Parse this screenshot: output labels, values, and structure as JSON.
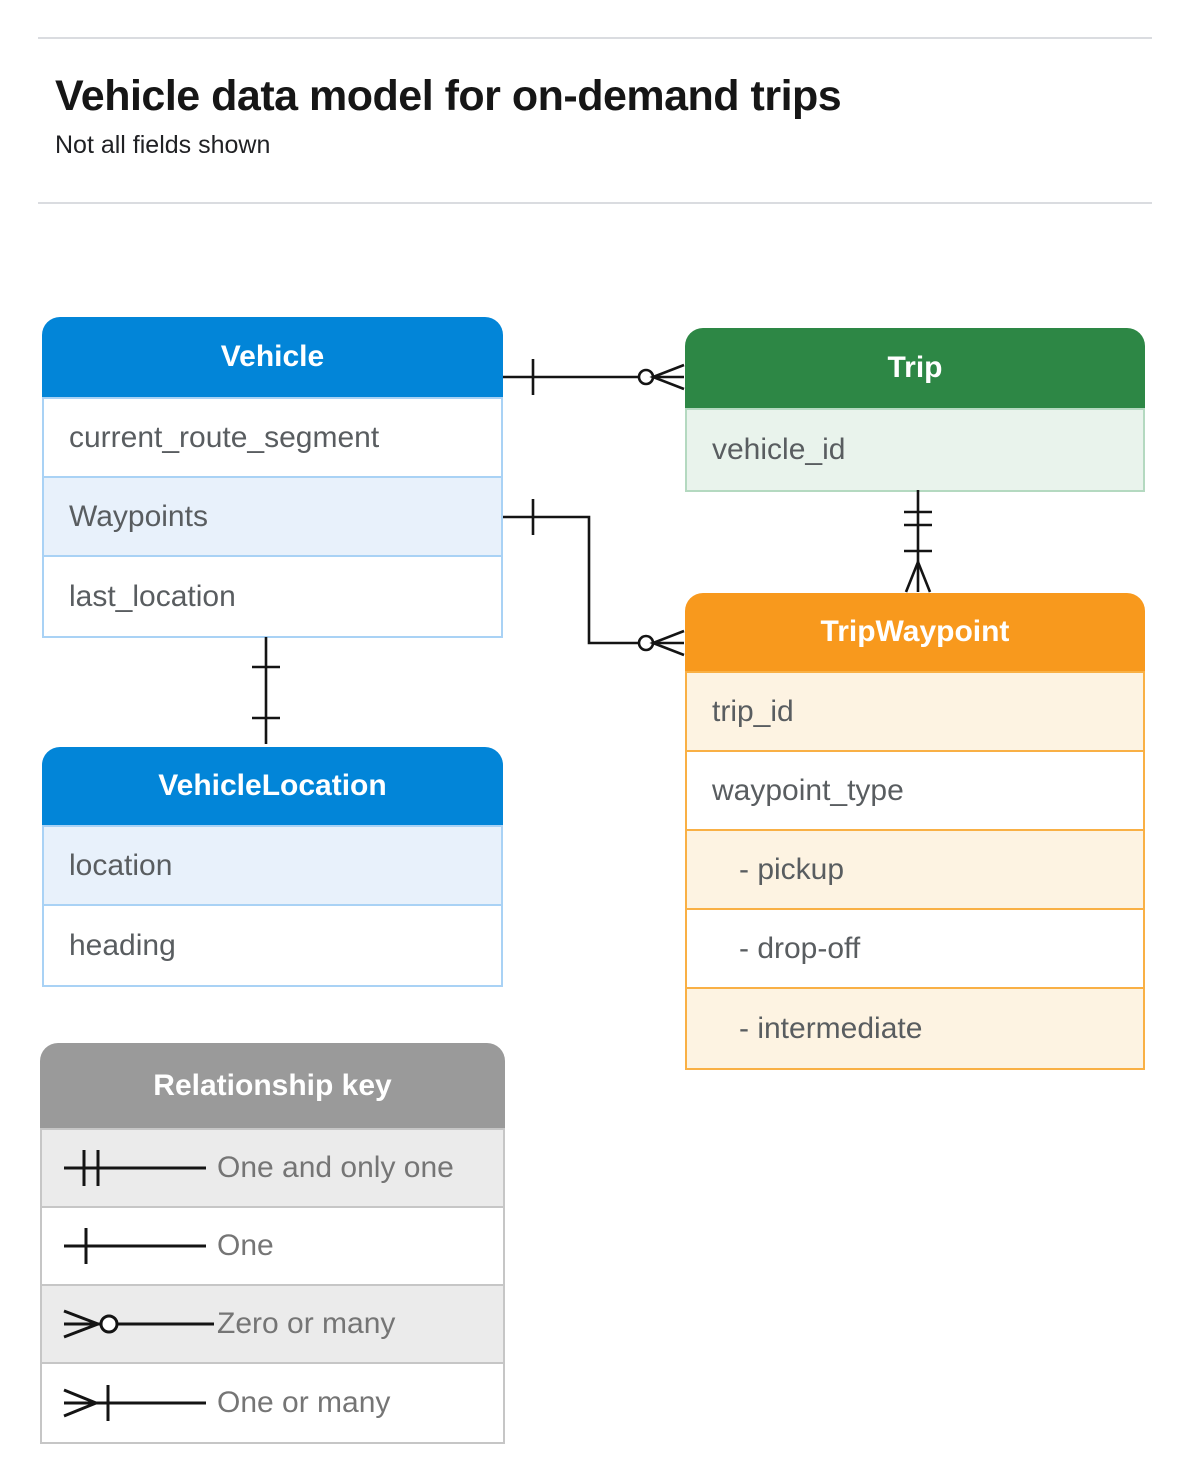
{
  "page": {
    "title": "Vehicle data model for on-demand trips",
    "subtitle": "Not all fields shown"
  },
  "entities": {
    "vehicle": {
      "title": "Vehicle",
      "rows": [
        {
          "label": "current_route_segment"
        },
        {
          "label": "Waypoints"
        },
        {
          "label": "last_location"
        }
      ]
    },
    "trip": {
      "title": "Trip",
      "rows": [
        {
          "label": "vehicle_id"
        }
      ]
    },
    "trip_waypoint": {
      "title": "TripWaypoint",
      "rows": [
        {
          "label": "trip_id"
        },
        {
          "label": "waypoint_type"
        },
        {
          "label": "- pickup"
        },
        {
          "label": "- drop-off"
        },
        {
          "label": "- intermediate"
        }
      ]
    },
    "vehicle_location": {
      "title": "VehicleLocation",
      "rows": [
        {
          "label": "location"
        },
        {
          "label": "heading"
        }
      ]
    }
  },
  "relationship_key": {
    "title": "Relationship key",
    "items": [
      {
        "label": "One and only one",
        "symbol": "one-and-only-one"
      },
      {
        "label": "One",
        "symbol": "one"
      },
      {
        "label": "Zero or many",
        "symbol": "zero-or-many"
      },
      {
        "label": "One or many",
        "symbol": "one-or-many"
      }
    ]
  },
  "connections": [
    {
      "from": "Vehicle",
      "to": "Trip",
      "from_cardinality": "one",
      "to_cardinality": "zero-or-many"
    },
    {
      "from": "Vehicle.Waypoints",
      "to": "TripWaypoint",
      "from_cardinality": "one",
      "to_cardinality": "zero-or-many"
    },
    {
      "from": "Trip",
      "to": "TripWaypoint",
      "from_cardinality": "one-and-only-one",
      "to_cardinality": "one-or-many"
    },
    {
      "from": "Vehicle",
      "to": "VehicleLocation",
      "from_cardinality": "one",
      "to_cardinality": "one"
    }
  ],
  "colors": {
    "blue_header": "#0285d8",
    "blue_tint": "#e8f1fb",
    "blue_border": "#a9d2f5",
    "green_header": "#2d8745",
    "green_tint": "#e9f3ec",
    "green_border": "#b4d9c0",
    "orange_header": "#f8991d",
    "orange_tint": "#fdf3e2",
    "orange_border": "#f9b045",
    "gray_header": "#9a9a9a",
    "gray_tint": "#ebebeb",
    "connector": "#141414",
    "field_text": "#595d60",
    "rule": "#dadce0"
  }
}
